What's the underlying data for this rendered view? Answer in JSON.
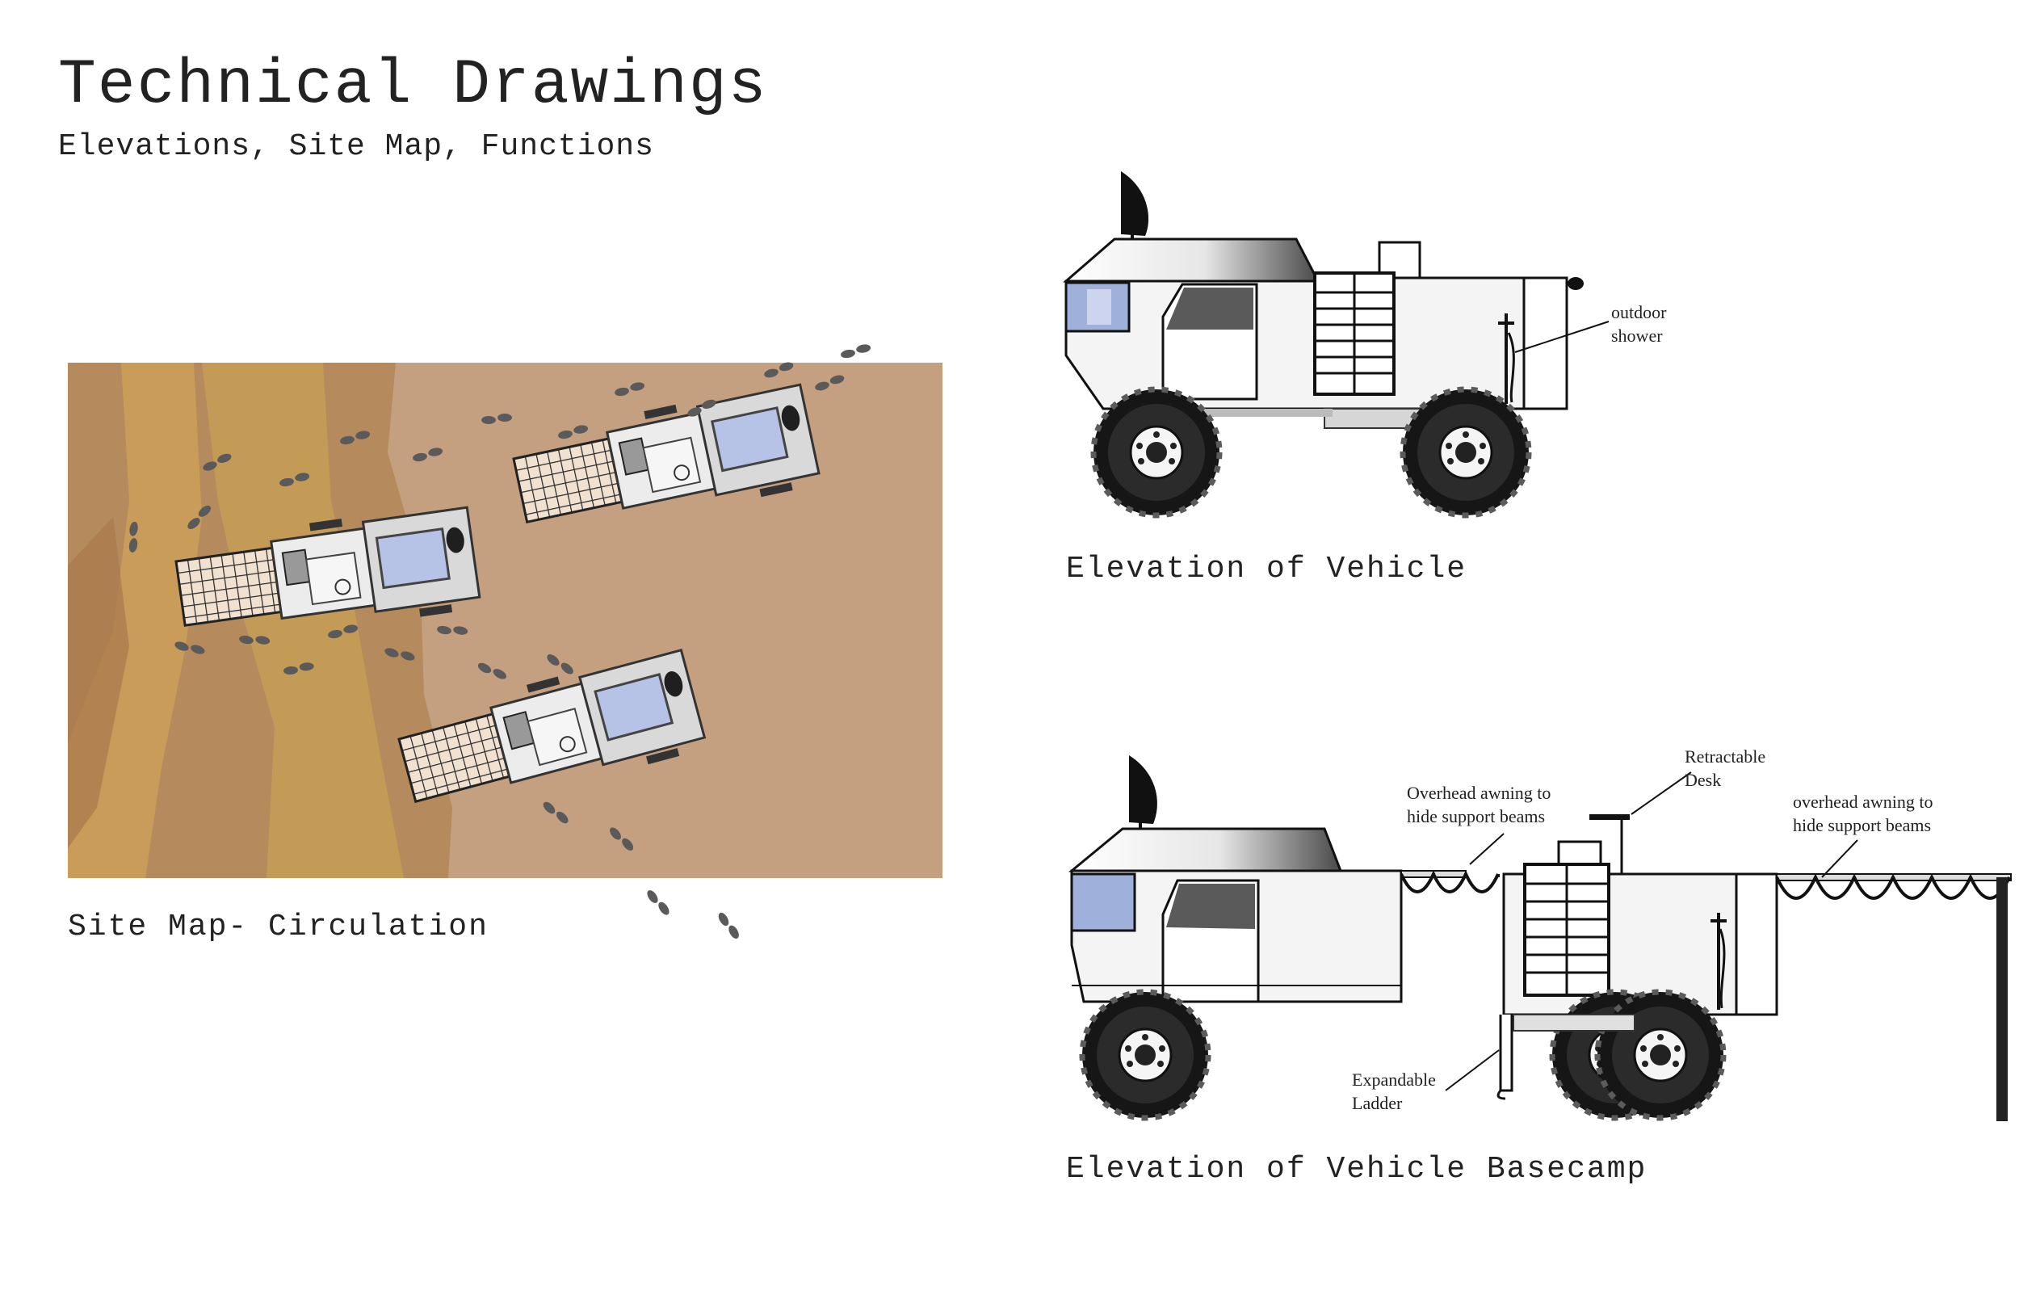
{
  "header": {
    "title": "Technical Drawings",
    "subtitle": "Elevations, Site Map, Functions"
  },
  "captions": {
    "site_map": "Site Map- Circulation",
    "vehicle": "Elevation of Vehicle",
    "basecamp": "Elevation of Vehicle Basecamp"
  },
  "labels": {
    "outdoor_shower": "outdoor\nshower",
    "retractable_desk": "Retractable\nDesk",
    "overhead_awning_left": "Overhead awning to\nhide support beams",
    "overhead_awning_right": "overhead awning to\nhide support beams",
    "expandable_ladder": "Expandable\nLadder"
  },
  "colors": {
    "sand": "#c4a080",
    "sand_dark": "#b58a5c",
    "ridge": "#c49b56",
    "vehicle_body": "#f2f2f2",
    "window_blue": "#9fb0db",
    "tire": "#1a1a1a"
  }
}
